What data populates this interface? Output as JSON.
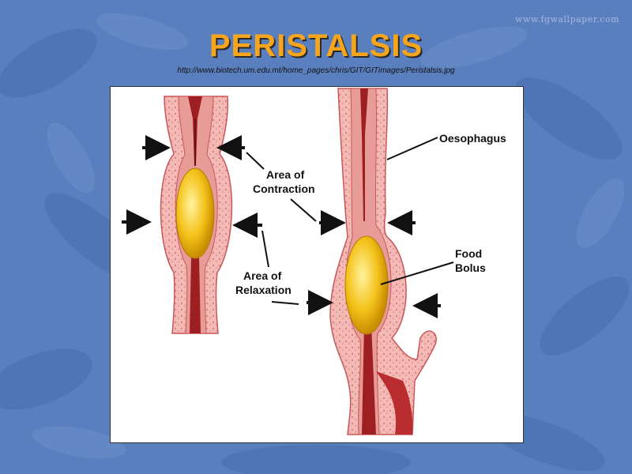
{
  "slide": {
    "title": "PERISTALSIS",
    "source_url": "http://www.biotech.um.edu.mt/home_pages/chris/GIT/GITimages/Peristalsis.jpg",
    "watermark": "www.fgwallpaper.com"
  },
  "diagram": {
    "labels": {
      "contraction_line1": "Area of",
      "contraction_line2": "Contraction",
      "relaxation_line1": "Area of",
      "relaxation_line2": "Relaxation",
      "oesophagus": "Oesophagus",
      "food_line1": "Food",
      "food_line2": "Bolus"
    }
  },
  "colors": {
    "title": "#f7a51c",
    "background": "#5a7fbf",
    "tissue": "#f2b7b3",
    "lumen": "#9e1f22",
    "bolus": "#f4c21a"
  }
}
